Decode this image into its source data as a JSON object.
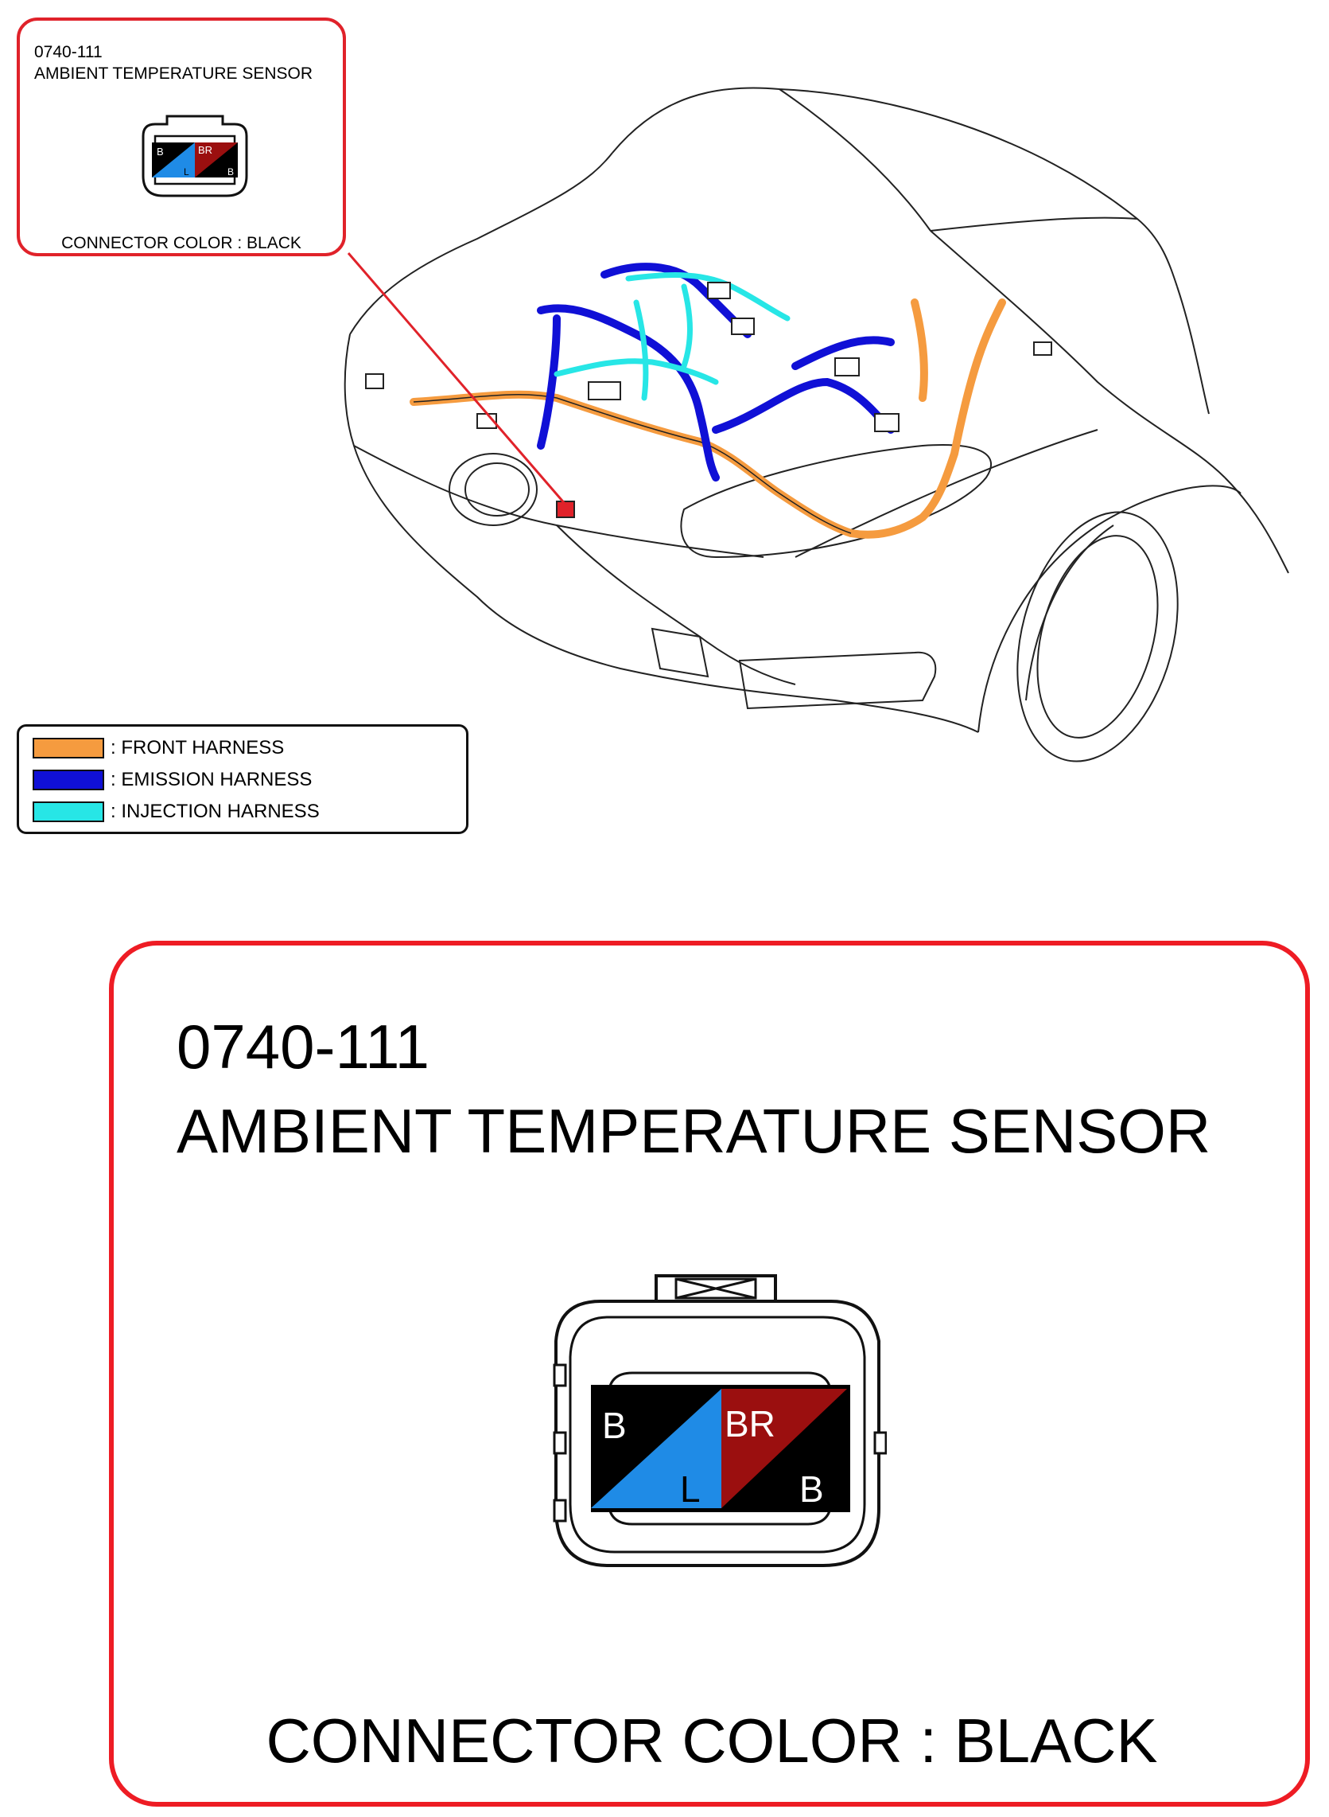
{
  "callout_small": {
    "connector_code": "0740-111",
    "connector_name": "AMBIENT TEMPERATURE SENSOR",
    "connector_color_label": "CONNECTOR COLOR : BLACK"
  },
  "legend": {
    "items": [
      {
        "label": ": FRONT HARNESS",
        "color": "#f59b3f"
      },
      {
        "label": ": EMISSION HARNESS",
        "color": "#1010d6"
      },
      {
        "label": ": INJECTION HARNESS",
        "color": "#27e6e6"
      }
    ]
  },
  "callout_big": {
    "connector_code": "0740-111",
    "connector_name": "AMBIENT TEMPERATURE SENSOR",
    "connector_color_label": "CONNECTOR COLOR : BLACK"
  },
  "connector": {
    "pin_left_top": "B",
    "pin_left_bottom": "L",
    "pin_right_top": "BR",
    "pin_right_bottom": "B",
    "colors": {
      "black": "#000000",
      "blue": "#1f8be6",
      "brown": "#9b0f0f"
    }
  },
  "colors": {
    "callout_red": "#ee1c24",
    "sensor_marker": "#e0222a"
  }
}
